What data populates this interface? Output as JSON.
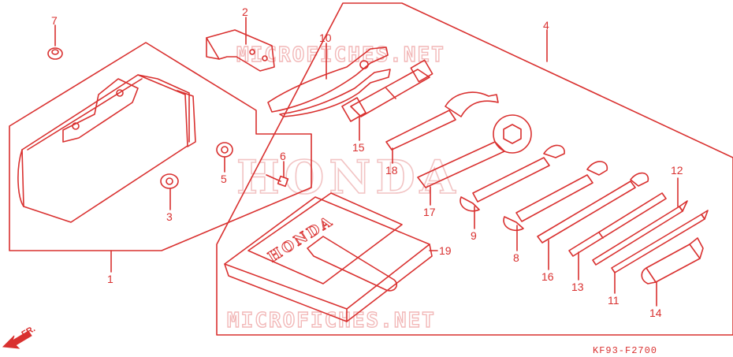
{
  "watermarks": {
    "top": "MICROFICHES.NET",
    "bottom": "MICROFICHES.NET",
    "brand": "HONDA"
  },
  "pouch_brand": "HONDA",
  "callouts": [
    "1",
    "2",
    "3",
    "4",
    "5",
    "6",
    "7",
    "8",
    "9",
    "10",
    "11",
    "12",
    "13",
    "14",
    "15",
    "16",
    "17",
    "18",
    "19"
  ],
  "direction_label": "FR.",
  "diagram_code": "KF93-F2700",
  "colors": {
    "line": "#d9302f",
    "watermark": "#f2b8b8",
    "background": "#ffffff"
  }
}
